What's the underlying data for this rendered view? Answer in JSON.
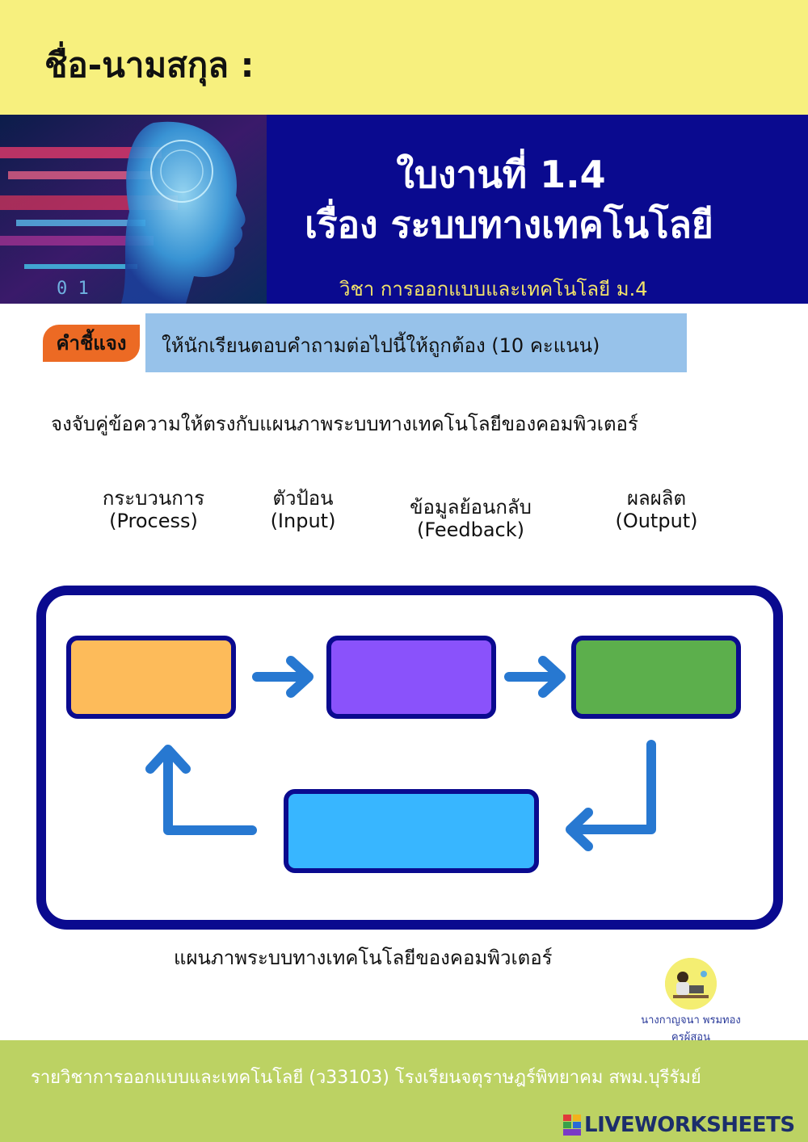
{
  "header": {
    "name_label": "ชื่อ-นามสกุล :",
    "sheet_title": "ใบงานที่ 1.4",
    "sheet_topic": "เรื่อง ระบบทางเทคโนโลยี",
    "subject_line": "วิชา การออกแบบและเทคโนโลยี ม.4"
  },
  "instructions": {
    "badge": "คำชี้แจง",
    "text": "ให้นักเรียนตอบคำถามต่อไปนี้ให้ถูกต้อง  (10 คะแนน)"
  },
  "question": "จงจับคู่ข้อความให้ตรงกับแผนภาพระบบทางเทคโนโลยีของคอมพิวเตอร์",
  "options": [
    {
      "thai": "กระบวนการ",
      "english": "(Process)"
    },
    {
      "thai": "ตัวป้อน",
      "english": "(Input)"
    },
    {
      "thai": "ข้อมูลย้อนกลับ",
      "english": "(Feedback)"
    },
    {
      "thai": "ผลผลิต",
      "english": "(Output)"
    }
  ],
  "diagram": {
    "caption": "แผนภาพระบบทางเทคโนโลยีของคอมพิวเตอร์",
    "colors": {
      "frame": "#0a0a8f",
      "slot_1": "#fdbb5a",
      "slot_2": "#8a52fb",
      "slot_3": "#5caf4c",
      "slot_4": "#38b6ff",
      "arrow": "#2778d1"
    }
  },
  "teacher": {
    "name": "นางกาญจนา  พรมทอง",
    "role": "ครูผู้สอน"
  },
  "footer": {
    "text": "รายวิชาการออกแบบและเทคโนโลยี  (ว33103)  โรงเรียนจตุราษฎร์พิทยาคม สพม.บุรีรัมย์",
    "logo": "LIVEWORKSHEETS"
  },
  "theme": {
    "top_band": "#f7f07e",
    "header_band": "#0a0a8f",
    "badge": "#ec6a24",
    "instruction_box": "#97c2ea",
    "footer_band": "#bcd263"
  }
}
